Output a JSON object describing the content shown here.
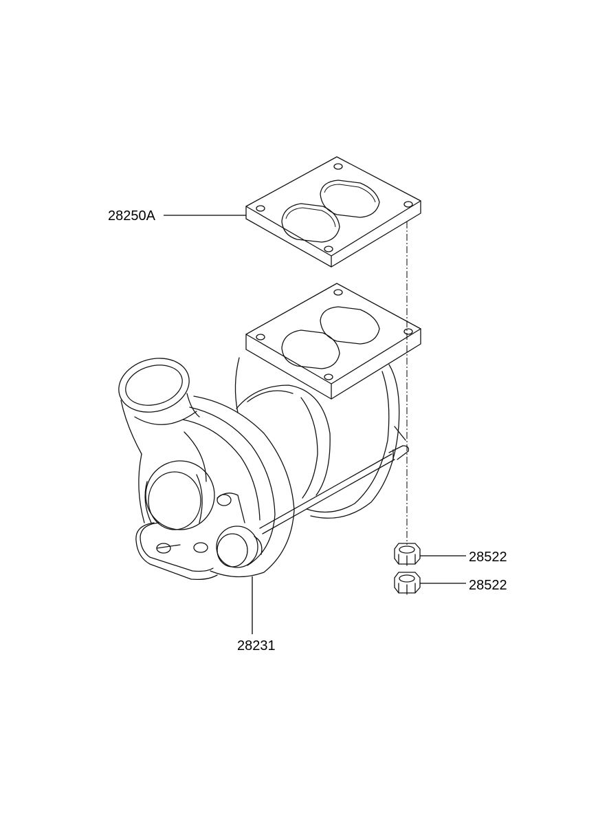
{
  "diagram": {
    "labels": {
      "gasket": "28250A",
      "turbocharger": "28231",
      "nut_upper": "28522",
      "nut_lower": "28522"
    }
  }
}
